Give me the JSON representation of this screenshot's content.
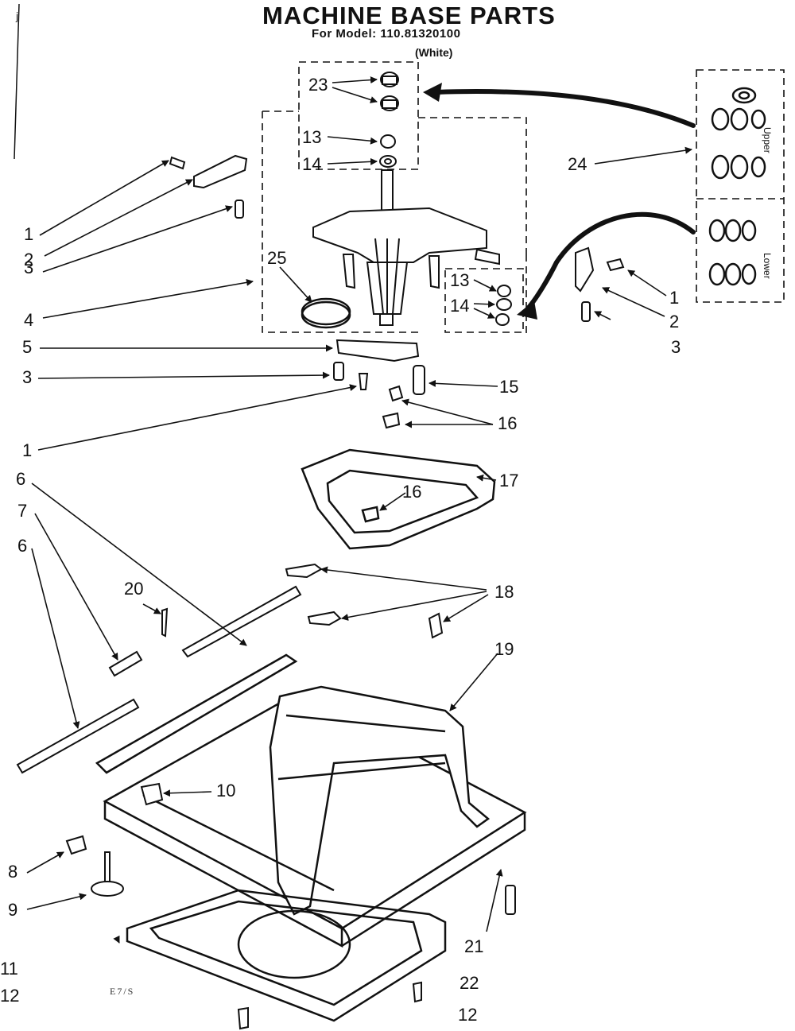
{
  "title": "MACHINE BASE PARTS",
  "model_line": "For Model: 110.81320100",
  "color_note": "(White)",
  "page_mark": "j",
  "footer_mark": "E7/S",
  "inset_labels": {
    "upper": "Upper",
    "lower": "Lower"
  },
  "callouts": [
    "23",
    "13",
    "14",
    "24",
    "25",
    "13",
    "14",
    "1",
    "2",
    "3",
    "4",
    "1",
    "2",
    "3",
    "5",
    "3",
    "15",
    "16",
    "1",
    "16",
    "17",
    "6",
    "7",
    "6",
    "20",
    "18",
    "19",
    "10",
    "8",
    "9",
    "21",
    "11",
    "12",
    "22",
    "12"
  ]
}
